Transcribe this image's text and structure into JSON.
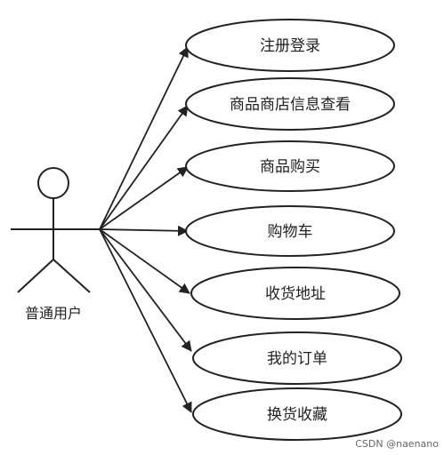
{
  "actor": {
    "label": "普通用户"
  },
  "use_cases": [
    {
      "label": "注册登录"
    },
    {
      "label": "商品商店信息查看"
    },
    {
      "label": "商品购买"
    },
    {
      "label": "购物车"
    },
    {
      "label": "收货地址"
    },
    {
      "label": "我的订单"
    },
    {
      "label": "换货收藏"
    }
  ],
  "watermark": "CSDN @naenano",
  "colors": {
    "line": "#222222",
    "text": "#222222",
    "background": "#ffffff"
  }
}
